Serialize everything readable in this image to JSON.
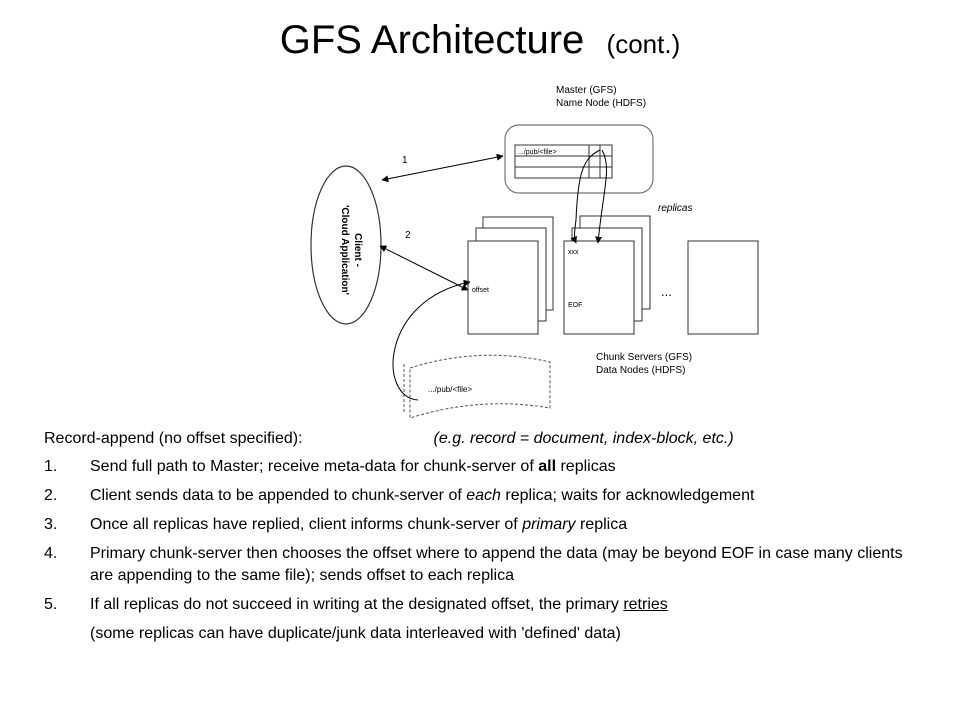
{
  "title": {
    "main": "GFS Architecture",
    "sub": "(cont.)"
  },
  "diagram": {
    "master_label": [
      "Master (GFS)",
      "Name Node (HDFS)"
    ],
    "master_table_entry": ".../pub/<file>",
    "client_label": [
      "Client -",
      "'Cloud Application'"
    ],
    "arrow_labels": [
      "1",
      "2"
    ],
    "replicas_label": "replicas",
    "chunk_labels": {
      "offset": "offset",
      "xxx": "xxx",
      "eof": "EOF"
    },
    "ellipsis": "...",
    "chunk_servers_label": [
      "Chunk Servers (GFS)",
      "Data Nodes (HDFS)"
    ],
    "data_scroll_label": ".../pub/<file>"
  },
  "body": {
    "intro": "Record-append (no offset specified):",
    "example": "(e.g. record = document, index-block, etc.)",
    "items": [
      {
        "num": "1.",
        "parts": [
          "Send full path to Master; receive meta-data for chunk-server of ",
          "all",
          " replicas"
        ]
      },
      {
        "num": "2.",
        "parts": [
          "Client sends data to be appended to chunk-server of ",
          "each",
          " replica; waits for acknowledgement"
        ]
      },
      {
        "num": "3.",
        "parts": [
          "Once all replicas have replied, client informs chunk-server of ",
          "primary",
          " replica"
        ]
      },
      {
        "num": "4.",
        "text": "Primary chunk-server then chooses the offset where to append the data (may be beyond EOF in case many clients are appending to the same file); sends offset to each replica"
      },
      {
        "num": "5.",
        "parts": [
          "If all replicas do not succeed in writing at the designated offset, the primary ",
          "retries"
        ]
      }
    ],
    "continuation": "(some replicas can have duplicate/junk data interleaved with 'defined' data)"
  }
}
